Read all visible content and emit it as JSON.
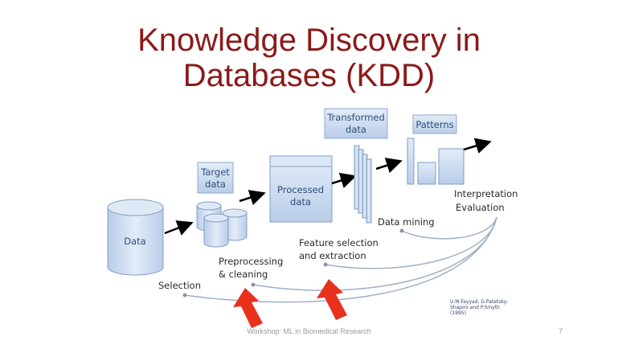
{
  "slide": {
    "title_line1": "Knowledge Discovery in",
    "title_line2": "Databases (KDD)",
    "footer": "Workshop: ML in Biomedical Research",
    "page_number": "7",
    "citation": [
      "U.M.Fayyad, G.Patetsky-",
      "Shapiro and P.Smyth",
      "(1995)"
    ]
  },
  "diagram": {
    "nodes": {
      "data": "Data",
      "target_data": [
        "Target",
        "data"
      ],
      "processed_data": [
        "Processed",
        "data"
      ],
      "transformed_data": [
        "Transformed",
        "data"
      ],
      "patterns": "Patterns"
    },
    "steps": {
      "selection": "Selection",
      "preprocessing": [
        "Preprocessing",
        "& cleaning"
      ],
      "feature_selection": [
        "Feature selection",
        "and extraction"
      ],
      "data_mining": "Data mining",
      "interpretation": [
        "Interpretation",
        "Evaluation"
      ]
    },
    "colors": {
      "box_fill": "#c9d9ee",
      "box_stroke": "#7f9cc4",
      "highlight_arrow": "#e8301c",
      "title": "#8b1a1a"
    }
  }
}
